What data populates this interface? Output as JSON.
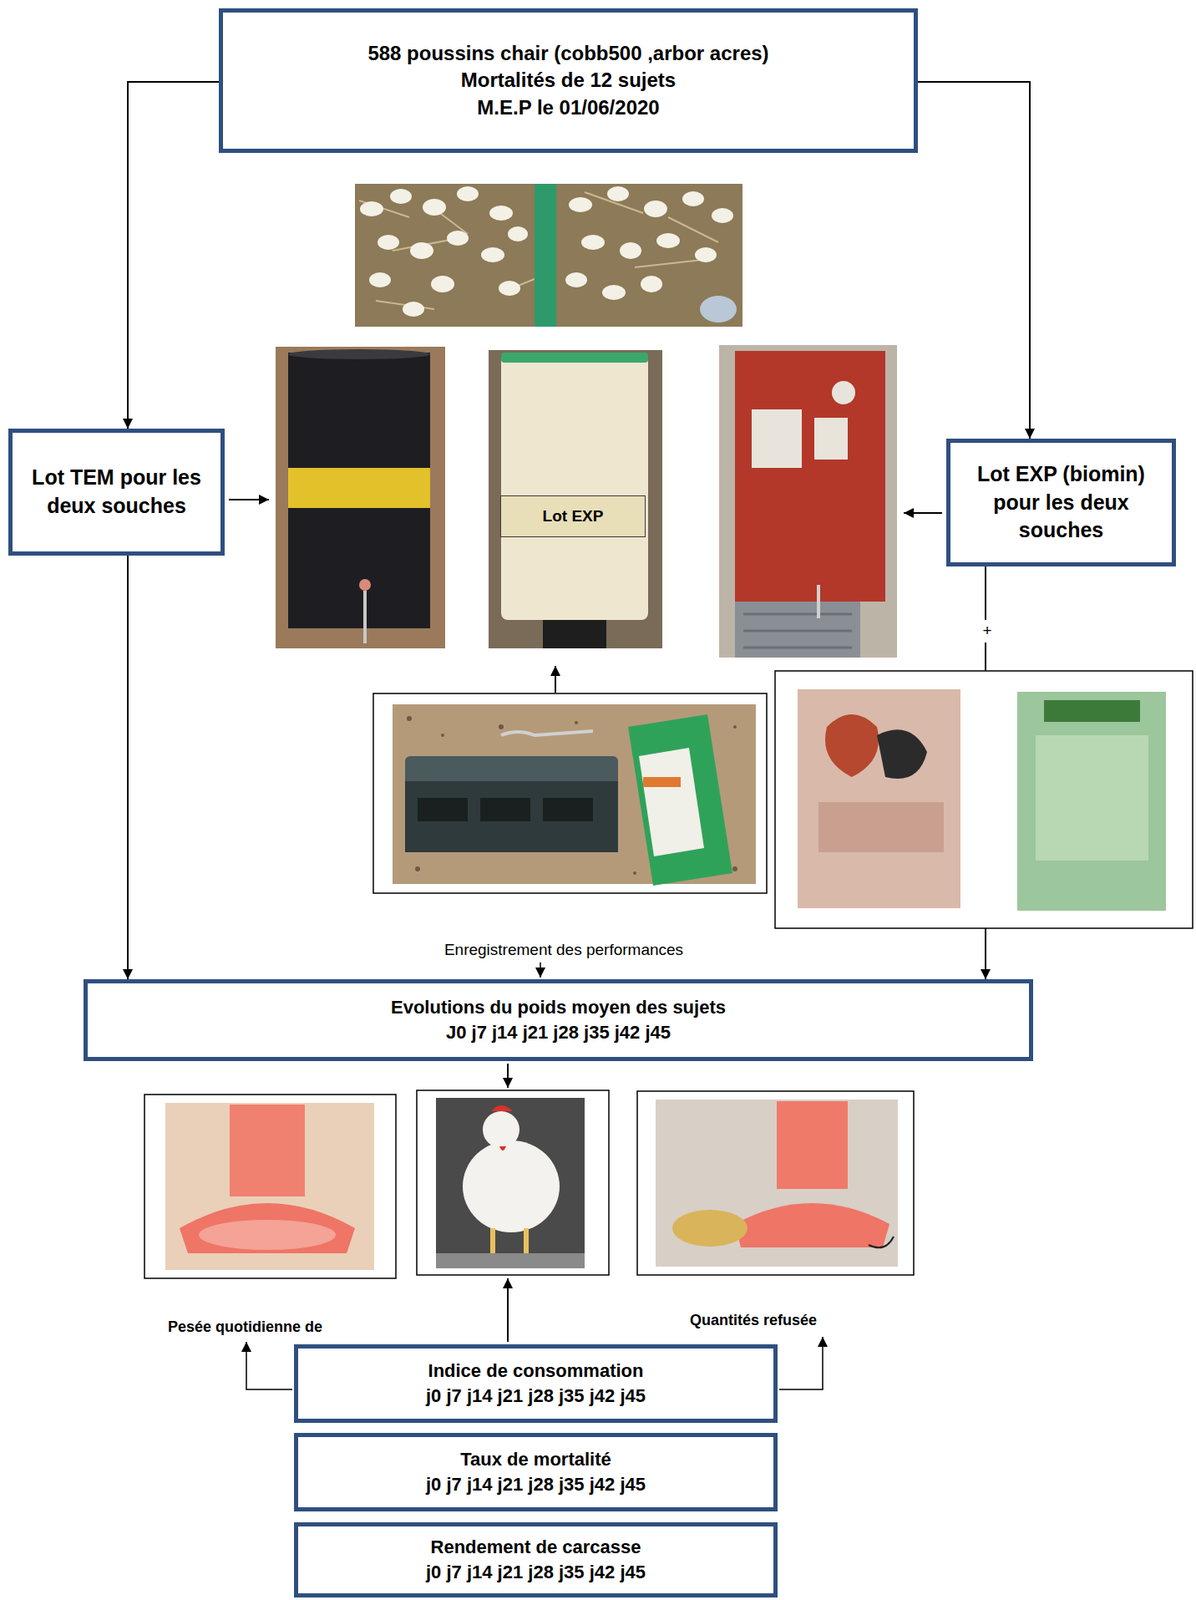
{
  "diagram": {
    "nodes": [
      {
        "text": [
          "588 poussins chair (cobb500 ,arbor acres)",
          "Mortalités de 12 sujets",
          "M.E.P le 01/06/2020"
        ]
      },
      {
        "text": [
          "Lot TEM pour les deux souches"
        ]
      },
      {
        "text": [
          "Lot EXP"
        ]
      },
      {
        "text": [
          "Lot EXP (biomin) pour les deux souches"
        ]
      },
      {
        "text": [
          "Evolutions du poids moyen des sujets",
          "J0 j7 j14 j21 j28 j35 j42 j45"
        ]
      },
      {
        "text": [
          "Indice de consommation",
          "j0 j7 j14 j21 j28 j35 j42 j45"
        ]
      },
      {
        "text": [
          "Taux de mortalité",
          "j0 j7 j14 j21 j28 j35 j42 j45"
        ]
      },
      {
        "text": [
          "Rendement de carcasse",
          "j0 j7 j14 j21 j28 j35 j42 j45"
        ]
      }
    ],
    "edges": [
      {
        "from": 0,
        "to": 1,
        "arrow": "to"
      },
      {
        "from": 0,
        "to": 3,
        "arrow": "to"
      },
      {
        "from": 1,
        "to": 4,
        "arrow": "to"
      },
      {
        "from": 3,
        "to": 4,
        "arrow": "to"
      }
    ],
    "labels": [
      "+",
      "Enregistrement des performances",
      "Pesée quotidienne de",
      "Quantités refusée"
    ]
  }
}
